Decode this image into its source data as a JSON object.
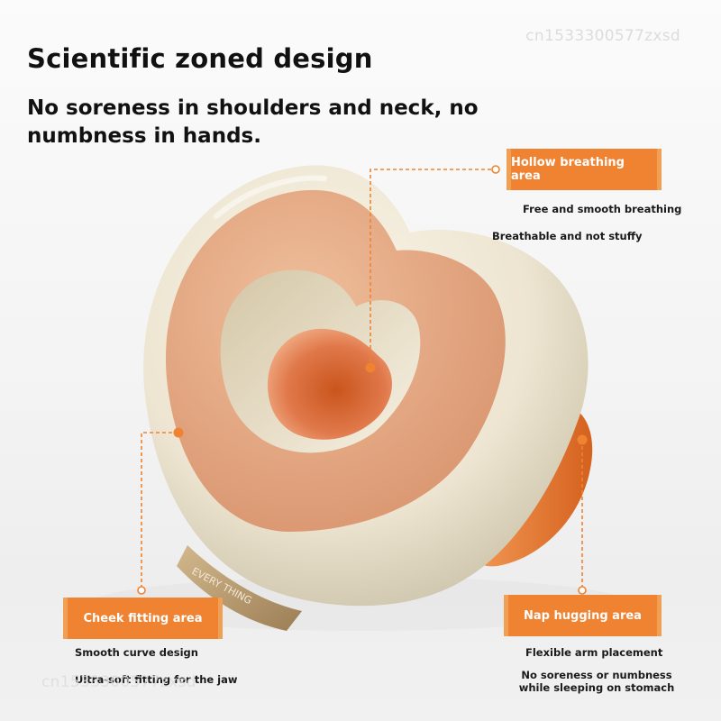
{
  "watermarks": {
    "top": "cn1533300577zxsd",
    "bottom": "cn1533300577zxsd"
  },
  "heading": {
    "title": "Scientific zoned design",
    "subtitle": "No soreness in shoulders and neck, no numbness in hands."
  },
  "product": {
    "strap_text": "EVERY THING"
  },
  "callouts": {
    "hollow": {
      "label": "Hollow breathing area",
      "lines": [
        "Free and smooth breathing",
        "Breathable and not stuffy"
      ]
    },
    "cheek": {
      "label": "Cheek fitting area",
      "lines": [
        "Smooth curve design",
        "Ultra-soft fitting for the jaw"
      ]
    },
    "nap": {
      "label": "Nap hugging area",
      "lines": [
        "Flexible arm placement",
        "No soreness or numbness while sleeping on stomach"
      ]
    }
  },
  "colors": {
    "accent": "#ef8331",
    "accent_light": "#f0a054",
    "cream": "#ece4d0",
    "orange_face": "#e7a983"
  }
}
